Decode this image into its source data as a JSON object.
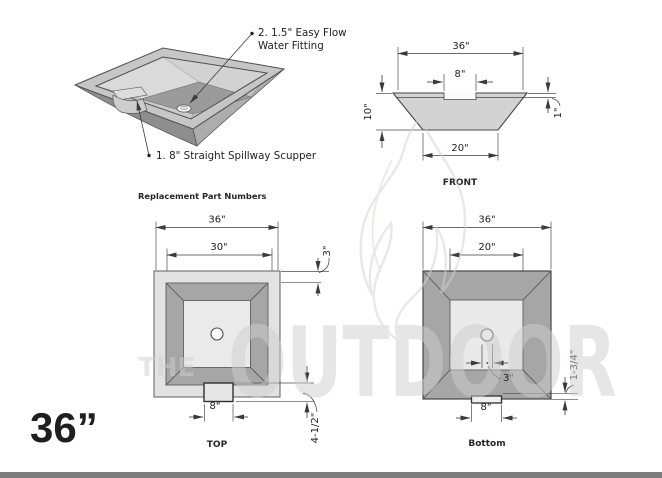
{
  "badge": {
    "text": "36”"
  },
  "annotations": {
    "fitting_line1": "2. 1.5\" Easy Flow",
    "fitting_line2": "Water Fitting",
    "scupper": "1. 8\" Straight Spillway Scupper",
    "section_title": "Replacement Part Numbers"
  },
  "front_view": {
    "label": "FRONT",
    "dim_top_width": "36\"",
    "dim_scupper_width": "8\"",
    "dim_height": "10\"",
    "dim_lip": "1\"",
    "dim_base_width": "20\""
  },
  "top_view": {
    "label": "TOP",
    "dim_outer_width": "36\"",
    "dim_inner_width": "30\"",
    "dim_rim": "3\"",
    "dim_scupper_width": "8\"",
    "dim_scupper_depth": "4-1/2\""
  },
  "bottom_view": {
    "label": "Bottom",
    "dim_outer_width": "36\"",
    "dim_inner_width": "20\"",
    "dim_drain": "3\"",
    "dim_scupper_width": "8\"",
    "dim_base_lip": "1-3/4\""
  },
  "watermark": {
    "line1": "THE",
    "line2": "OUTDOOR"
  },
  "colors": {
    "accent_blue": "#1f4e79",
    "footer_bar": "#7d7d7d"
  }
}
